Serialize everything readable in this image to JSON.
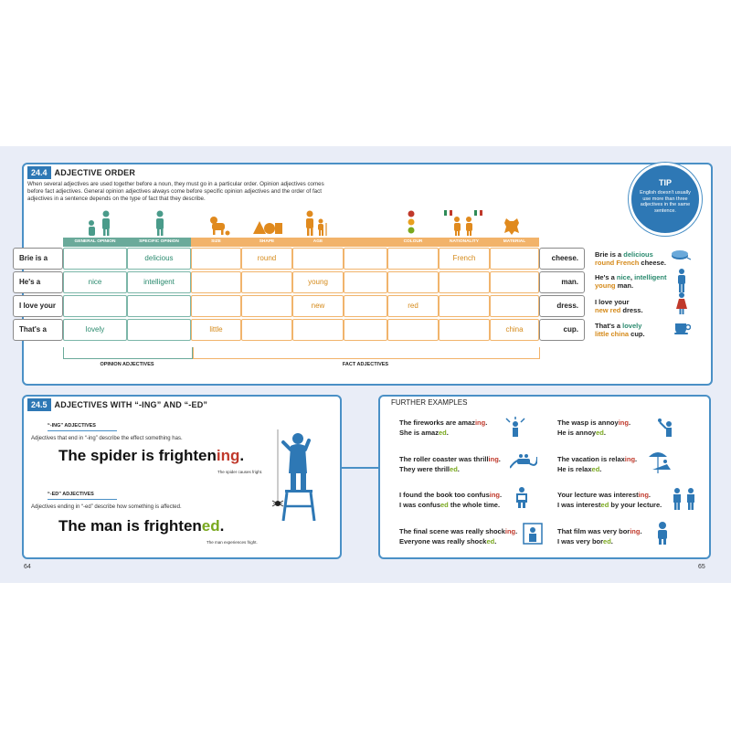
{
  "s244": {
    "num": "24.4",
    "title": "ADJECTIVE ORDER",
    "intro": "When several adjectives are used together before a noun, they must go in a particular order. Opinion adjectives comes before fact adjectives. General opinion adjectives always come before specific opinion adjectives and the order of fact adjectives in a sentence depends on the type of fact that they describe.",
    "tip_title": "TIP",
    "tip_text": "English doesn't usually use more than three adjectives in the same sentence.",
    "headers": [
      "GENERAL OPINION",
      "SPECIFIC OPINION",
      "SIZE",
      "SHAPE",
      "AGE",
      "",
      "COLOUR",
      "NATIONALITY",
      "MATERIAL"
    ],
    "rows": [
      {
        "start": "Brie is a",
        "end": "cheese.",
        "cells": [
          "",
          "delicious",
          "",
          "round",
          "",
          "",
          "",
          "French",
          ""
        ]
      },
      {
        "start": "He's a",
        "end": "man.",
        "cells": [
          "nice",
          "intelligent",
          "",
          "",
          "young",
          "",
          "",
          "",
          ""
        ]
      },
      {
        "start": "I love your",
        "end": "dress.",
        "cells": [
          "",
          "",
          "",
          "",
          "new",
          "",
          "red",
          "",
          ""
        ]
      },
      {
        "start": "That's a",
        "end": "cup.",
        "cells": [
          "lovely",
          "",
          "little",
          "",
          "",
          "",
          "",
          "",
          "china"
        ]
      }
    ],
    "opinion_label": "OPINION ADJECTIVES",
    "fact_label": "FACT ADJECTIVES",
    "examples": [
      {
        "a": "Brie is a ",
        "b": "delicious",
        "c": "round French",
        "d": " cheese."
      },
      {
        "a": "He's a ",
        "b": "nice",
        "m": ", ",
        "b2": "intelligent",
        "c": "young",
        "d": " man."
      },
      {
        "a": "I love your",
        "b": "",
        "c": "new red",
        "d": " dress."
      },
      {
        "a": "That's a ",
        "b": "lovely",
        "c": "little china",
        "d": " cup."
      }
    ]
  },
  "s245": {
    "num": "24.5",
    "title": "ADJECTIVES WITH “-ING” AND “-ED”",
    "ing_head": "“-ING” ADJECTIVES",
    "ing_desc": "Adjectives that end in “-ing” describe the effect something has.",
    "ing_sentence_a": "The spider is frighten",
    "ing_sentence_b": "ing",
    "ing_sentence_c": ".",
    "ing_note": "The spider causes fright.",
    "ed_head": "“-ED” ADJECTIVES",
    "ed_desc": "Adjectives ending in “-ed” describe how something is affected.",
    "ed_sentence_a": "The man is frighten",
    "ed_sentence_b": "ed",
    "ed_sentence_c": ".",
    "ed_note": "The man experiences fright."
  },
  "further": {
    "title": "FURTHER EXAMPLES",
    "items": [
      {
        "l1a": "The fireworks are amaz",
        "l1b": "ing",
        "l1c": ".",
        "l2a": "She is amaz",
        "l2b": "ed",
        "l2c": "."
      },
      {
        "l1a": "The wasp is annoy",
        "l1b": "ing",
        "l1c": ".",
        "l2a": "He is annoy",
        "l2b": "ed",
        "l2c": "."
      },
      {
        "l1a": "The roller coaster was thrill",
        "l1b": "ing",
        "l1c": ".",
        "l2a": "They were thrill",
        "l2b": "ed",
        "l2c": "."
      },
      {
        "l1a": "The vacation is relax",
        "l1b": "ing",
        "l1c": ".",
        "l2a": "He is relax",
        "l2b": "ed",
        "l2c": "."
      },
      {
        "l1a": "I found the book too confus",
        "l1b": "ing",
        "l1c": ".",
        "l2a": "I was confus",
        "l2b": "ed",
        "l2c": " the whole time."
      },
      {
        "l1a": "Your lecture was interest",
        "l1b": "ing",
        "l1c": ".",
        "l2a": "I was interest",
        "l2b": "ed",
        "l2c": " by your lecture."
      },
      {
        "l1a": "The final scene was really shock",
        "l1b": "ing",
        "l1c": ".",
        "l2a": "Everyone was really shock",
        "l2b": "ed",
        "l2c": "."
      },
      {
        "l1a": "That film was very bor",
        "l1b": "ing",
        "l1c": ".",
        "l2a": "I was very bor",
        "l2b": "ed",
        "l2c": "."
      }
    ]
  },
  "pages": {
    "left": "64",
    "right": "65"
  },
  "colors": {
    "blue": "#2e78b5",
    "opinion": "#6aaa9a",
    "fact": "#f2b36a",
    "ing": "#c0392b",
    "ed": "#79a81e"
  }
}
